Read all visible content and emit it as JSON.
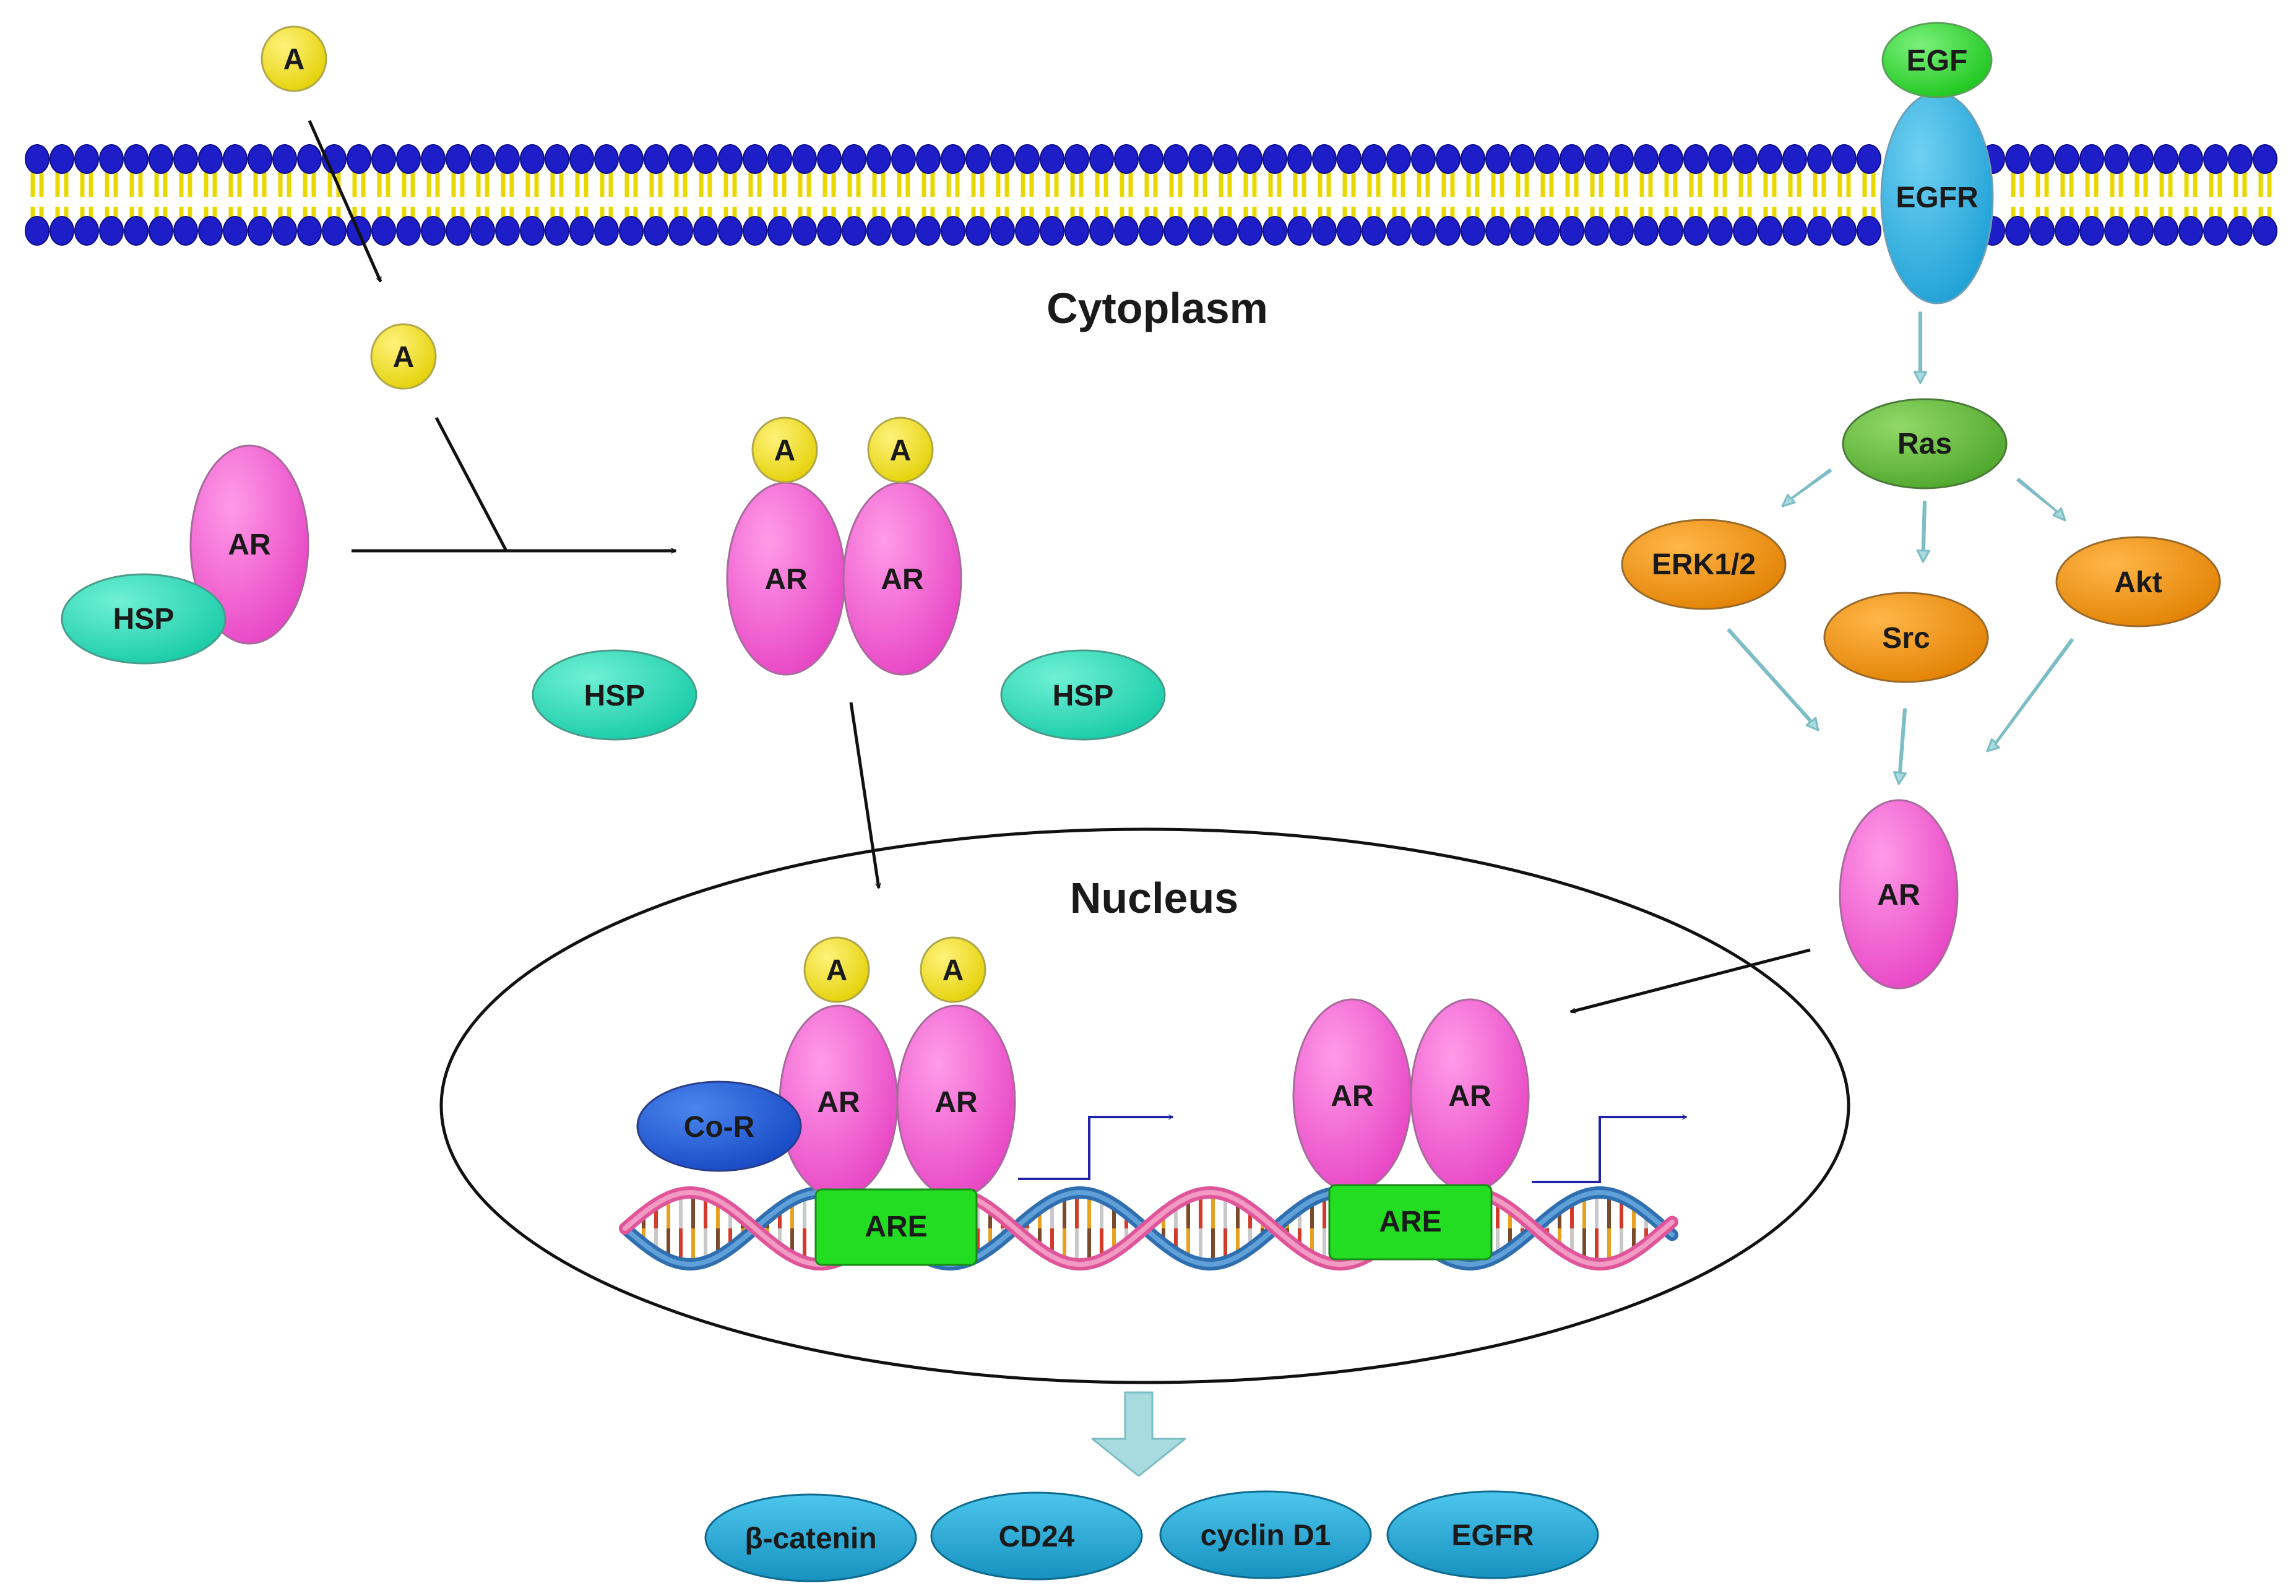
{
  "labels": {
    "cytoplasm": "Cytoplasm",
    "nucleus": "Nucleus",
    "androgen": "A",
    "ar": "AR",
    "hsp": "HSP",
    "egf": "EGF",
    "egfr": "EGFR",
    "ras": "Ras",
    "erk": "ERK1/2",
    "src": "Src",
    "akt": "Akt",
    "cor": "Co-R",
    "are": "ARE"
  },
  "target_genes": [
    "β-catenin",
    "CD24",
    "cyclin D1",
    "EGFR"
  ],
  "colors": {
    "ar": "#ee55cc",
    "androgen": "#ecdc10",
    "hsp": "#22d8b4",
    "egf": "#22cc22",
    "egfr": "#1eaadd",
    "ras": "#55b030",
    "kinase": "#ee8a00",
    "cor": "#1a55cc",
    "are": "#22dd22",
    "membrane_head": "#1e1ec8",
    "membrane_tail": "#e8d800",
    "pale_arrow": "#a8dbe0",
    "gene_ellipse": "#1ea4cc"
  }
}
